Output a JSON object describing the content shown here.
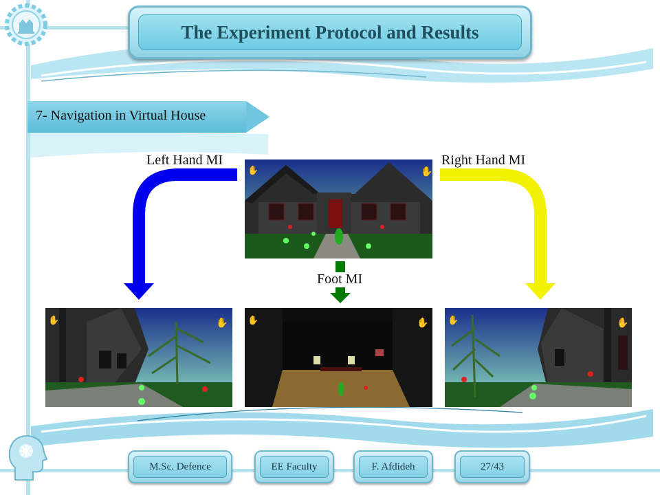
{
  "slide": {
    "title": "The Experiment Protocol and Results",
    "section": "7- Navigation in Virtual House"
  },
  "labels": {
    "left": "Left Hand MI",
    "right": "Right Hand MI",
    "foot": "Foot MI"
  },
  "colors": {
    "left_arrow": "#0000ee",
    "right_arrow": "#f2f200",
    "foot_arrow": "#007a00",
    "accent": "#7fcde3"
  },
  "footer": {
    "degree": "M.Sc. Defence",
    "faculty": "EE Faculty",
    "author": "F. Afdideh",
    "page": "27/43"
  }
}
